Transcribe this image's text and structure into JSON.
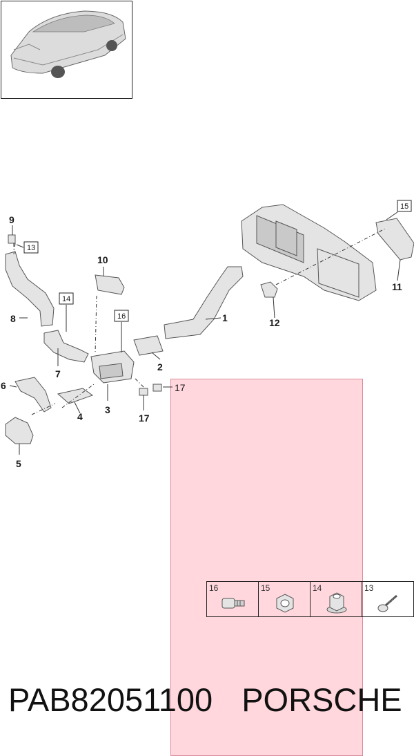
{
  "diagram": {
    "callouts": {
      "c1": "1",
      "c2": "2",
      "c3": "3",
      "c4": "4",
      "c5": "5",
      "c6": "6",
      "c7": "7",
      "c8": "8",
      "c9": "9",
      "c10": "10",
      "c11": "11",
      "c12": "12",
      "c17a": "17",
      "c17b": "17"
    },
    "boxed_callouts": {
      "b13": "13",
      "b14": "14",
      "b15": "15",
      "b16": "16"
    }
  },
  "legend": {
    "cells": [
      {
        "number": "16",
        "icon": "bolt-icon"
      },
      {
        "number": "15",
        "icon": "hex-nut-icon"
      },
      {
        "number": "14",
        "icon": "flange-nut-icon"
      },
      {
        "number": "13",
        "icon": "screw-icon"
      }
    ]
  },
  "footer": {
    "part_number": "PAB82051100",
    "brand": "PORSCHE"
  },
  "colors": {
    "highlight": "#ffb6c1",
    "line": "#333333",
    "part_fill": "#e4e4e4"
  }
}
